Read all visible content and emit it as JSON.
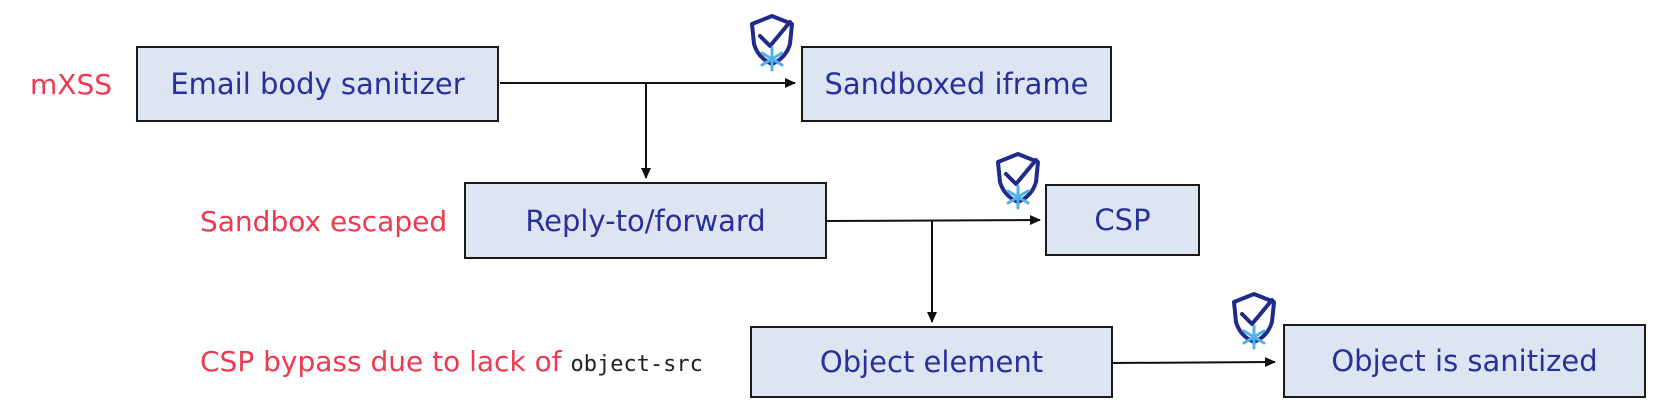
{
  "labels": {
    "mxss": "mXSS",
    "sandbox_escaped": "Sandbox escaped",
    "csp_bypass": "CSP bypass due to lack of",
    "csp_bypass_code": "object-src"
  },
  "nodes": {
    "email_sanitizer": "Email body sanitizer",
    "sandboxed_iframe": "Sandboxed iframe",
    "reply_forward": "Reply-to/forward",
    "csp": "CSP",
    "object_element": "Object element",
    "object_sanitized": "Object is sanitized"
  },
  "icons": {
    "defense": "shield-snowflake-icon"
  },
  "colors": {
    "node_fill": "#dce5f1",
    "node_text": "#28309b",
    "label_red": "#f0384f",
    "shield_dark": "#1f2a8a",
    "shield_light": "#4fb3e8"
  }
}
